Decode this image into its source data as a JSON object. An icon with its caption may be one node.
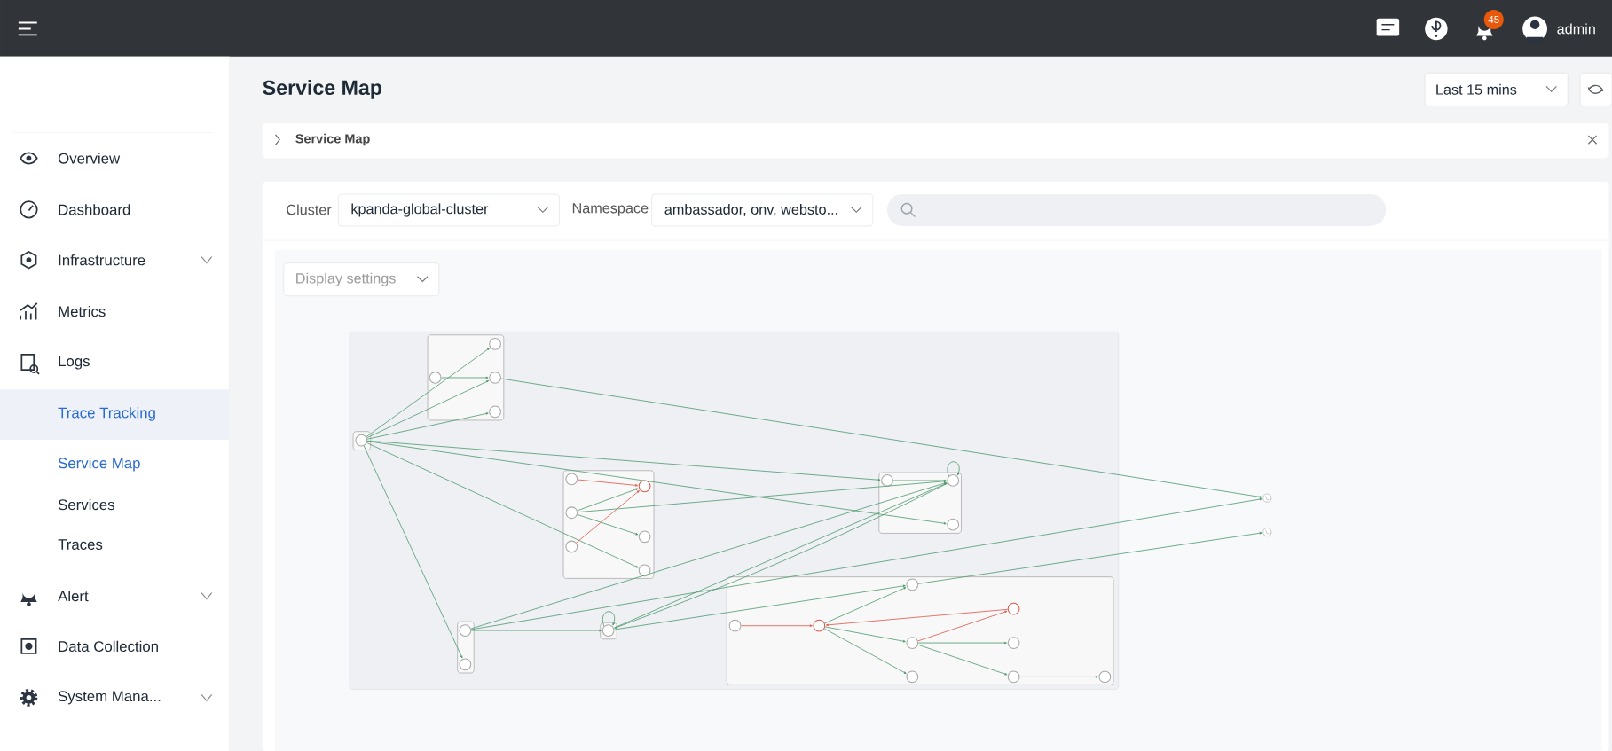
{
  "diagram": {
    "nodes": [
      {
        "text": [],
        "shape": "box"
      },
      {
        "text": [],
        "shape": "box",
        "in": 0
      },
      {
        "text": [],
        "shape": "circle",
        "in": 1
      },
      {
        "text": [],
        "shape": "box",
        "in": 0
      },
      {
        "text": [],
        "shape": "circle",
        "in": 3
      },
      {
        "text": [],
        "shape": "circle",
        "in": 3
      },
      {
        "text": [],
        "shape": "circle",
        "in": 3
      },
      {
        "text": [],
        "shape": "circle",
        "in": 3
      },
      {
        "text": [],
        "shape": "box",
        "in": 0
      },
      {
        "text": [],
        "shape": "circle",
        "in": 8
      },
      {
        "text": [],
        "shape": "circle",
        "in": 8
      },
      {
        "text": [],
        "shape": "circle",
        "in": 8
      },
      {
        "text": [],
        "shape": "circle",
        "in": 8
      },
      {
        "text": [],
        "shape": "circle",
        "in": 8
      },
      {
        "text": [],
        "shape": "circle",
        "in": 8
      },
      {
        "text": [],
        "shape": "box",
        "in": 0
      },
      {
        "text": [],
        "shape": "circle",
        "in": 15
      },
      {
        "text": [],
        "shape": "circle",
        "in": 15
      },
      {
        "text": [],
        "shape": "circle",
        "in": 15
      },
      {
        "text": [],
        "shape": "box",
        "in": 0
      },
      {
        "text": [],
        "shape": "circle",
        "in": 19
      },
      {
        "text": [],
        "shape": "circle",
        "in": 19
      },
      {
        "text": [],
        "shape": "box",
        "in": 0
      },
      {
        "text": [],
        "shape": "circle",
        "in": 22
      },
      {
        "text": [],
        "shape": "box",
        "in": 0
      },
      {
        "text": [],
        "shape": "circle",
        "in": 24
      },
      {
        "text": [],
        "shape": "circle",
        "in": 24
      },
      {
        "text": [],
        "shape": "circle",
        "in": 24
      },
      {
        "text": [],
        "shape": "circle",
        "in": 24
      },
      {
        "text": [],
        "shape": "circle",
        "in": 24
      },
      {
        "text": [],
        "shape": "circle",
        "in": 24
      },
      {
        "text": [],
        "shape": "circle",
        "in": 24
      },
      {
        "text": [],
        "shape": "circle",
        "in": 24
      },
      {
        "text": [],
        "shape": "circle",
        "in": 24
      },
      {
        "text": [],
        "shape": "circle"
      },
      {
        "text": [],
        "shape": "circle"
      }
    ],
    "edges": [
      {
        "from": 2,
        "to": 5,
        "arrow": "to"
      },
      {
        "from": 2,
        "to": 6,
        "arrow": "to"
      },
      {
        "from": 4,
        "to": 6,
        "arrow": "to"
      },
      {
        "from": 2,
        "to": 7,
        "arrow": "to"
      },
      {
        "from": 6,
        "to": 34,
        "arrow": "to"
      },
      {
        "from": 2,
        "to": 16,
        "arrow": "to"
      },
      {
        "from": 2,
        "to": 18,
        "arrow": "to"
      },
      {
        "from": 2,
        "to": 14,
        "arrow": "to"
      },
      {
        "from": 2,
        "to": 21,
        "arrow": "to"
      },
      {
        "from": 9,
        "to": 10,
        "arrow": "to",
        "color": "#e0574c"
      },
      {
        "from": 11,
        "to": 10,
        "arrow": "to"
      },
      {
        "from": 13,
        "to": 10,
        "arrow": "to",
        "color": "#e0574c"
      },
      {
        "from": 11,
        "to": 12,
        "arrow": "to"
      },
      {
        "from": 11,
        "to": 17,
        "arrow": "to"
      },
      {
        "from": 16,
        "to": 17,
        "arrow": "to"
      },
      {
        "from": 17,
        "to": 17,
        "arrow": "to"
      },
      {
        "from": 20,
        "to": 17,
        "arrow": "to"
      },
      {
        "from": 20,
        "to": 34,
        "arrow": "to"
      },
      {
        "from": 20,
        "to": 23,
        "arrow": "to"
      },
      {
        "from": 23,
        "to": 23,
        "arrow": "to"
      },
      {
        "from": 23,
        "to": 17,
        "arrow": "to"
      },
      {
        "from": 17,
        "to": 23,
        "arrow": "to"
      },
      {
        "from": 23,
        "to": 27,
        "arrow": "to"
      },
      {
        "from": 27,
        "to": 35,
        "arrow": "to"
      },
      {
        "from": 25,
        "to": 26,
        "arrow": "to",
        "color": "#e0574c"
      },
      {
        "from": 26,
        "to": 27,
        "arrow": "to"
      },
      {
        "from": 28,
        "to": 26,
        "arrow": "to",
        "color": "#e0574c"
      },
      {
        "from": 26,
        "to": 29,
        "arrow": "to"
      },
      {
        "from": 26,
        "to": 31,
        "arrow": "to"
      },
      {
        "from": 29,
        "to": 28,
        "arrow": "to",
        "color": "#e0574c"
      },
      {
        "from": 29,
        "to": 30,
        "arrow": "to"
      },
      {
        "from": 29,
        "to": 32,
        "arrow": "to"
      },
      {
        "from": 32,
        "to": 33,
        "arrow": "to"
      }
    ],
    "labels": [
      "45",
      "admin",
      "Overview",
      "Dashboard",
      "Infrastructure",
      "Metrics",
      "Logs",
      "Trace Tracking",
      "Service Map",
      "Services",
      "Traces",
      "Alert",
      "Data Collection",
      "System Mana...",
      "Service Map",
      "Last 15 mins",
      "Service Map",
      "Cluster",
      "kpanda-global-cluster",
      "Namespace",
      "ambassador, onv, websto...",
      "Display settings"
    ]
  }
}
